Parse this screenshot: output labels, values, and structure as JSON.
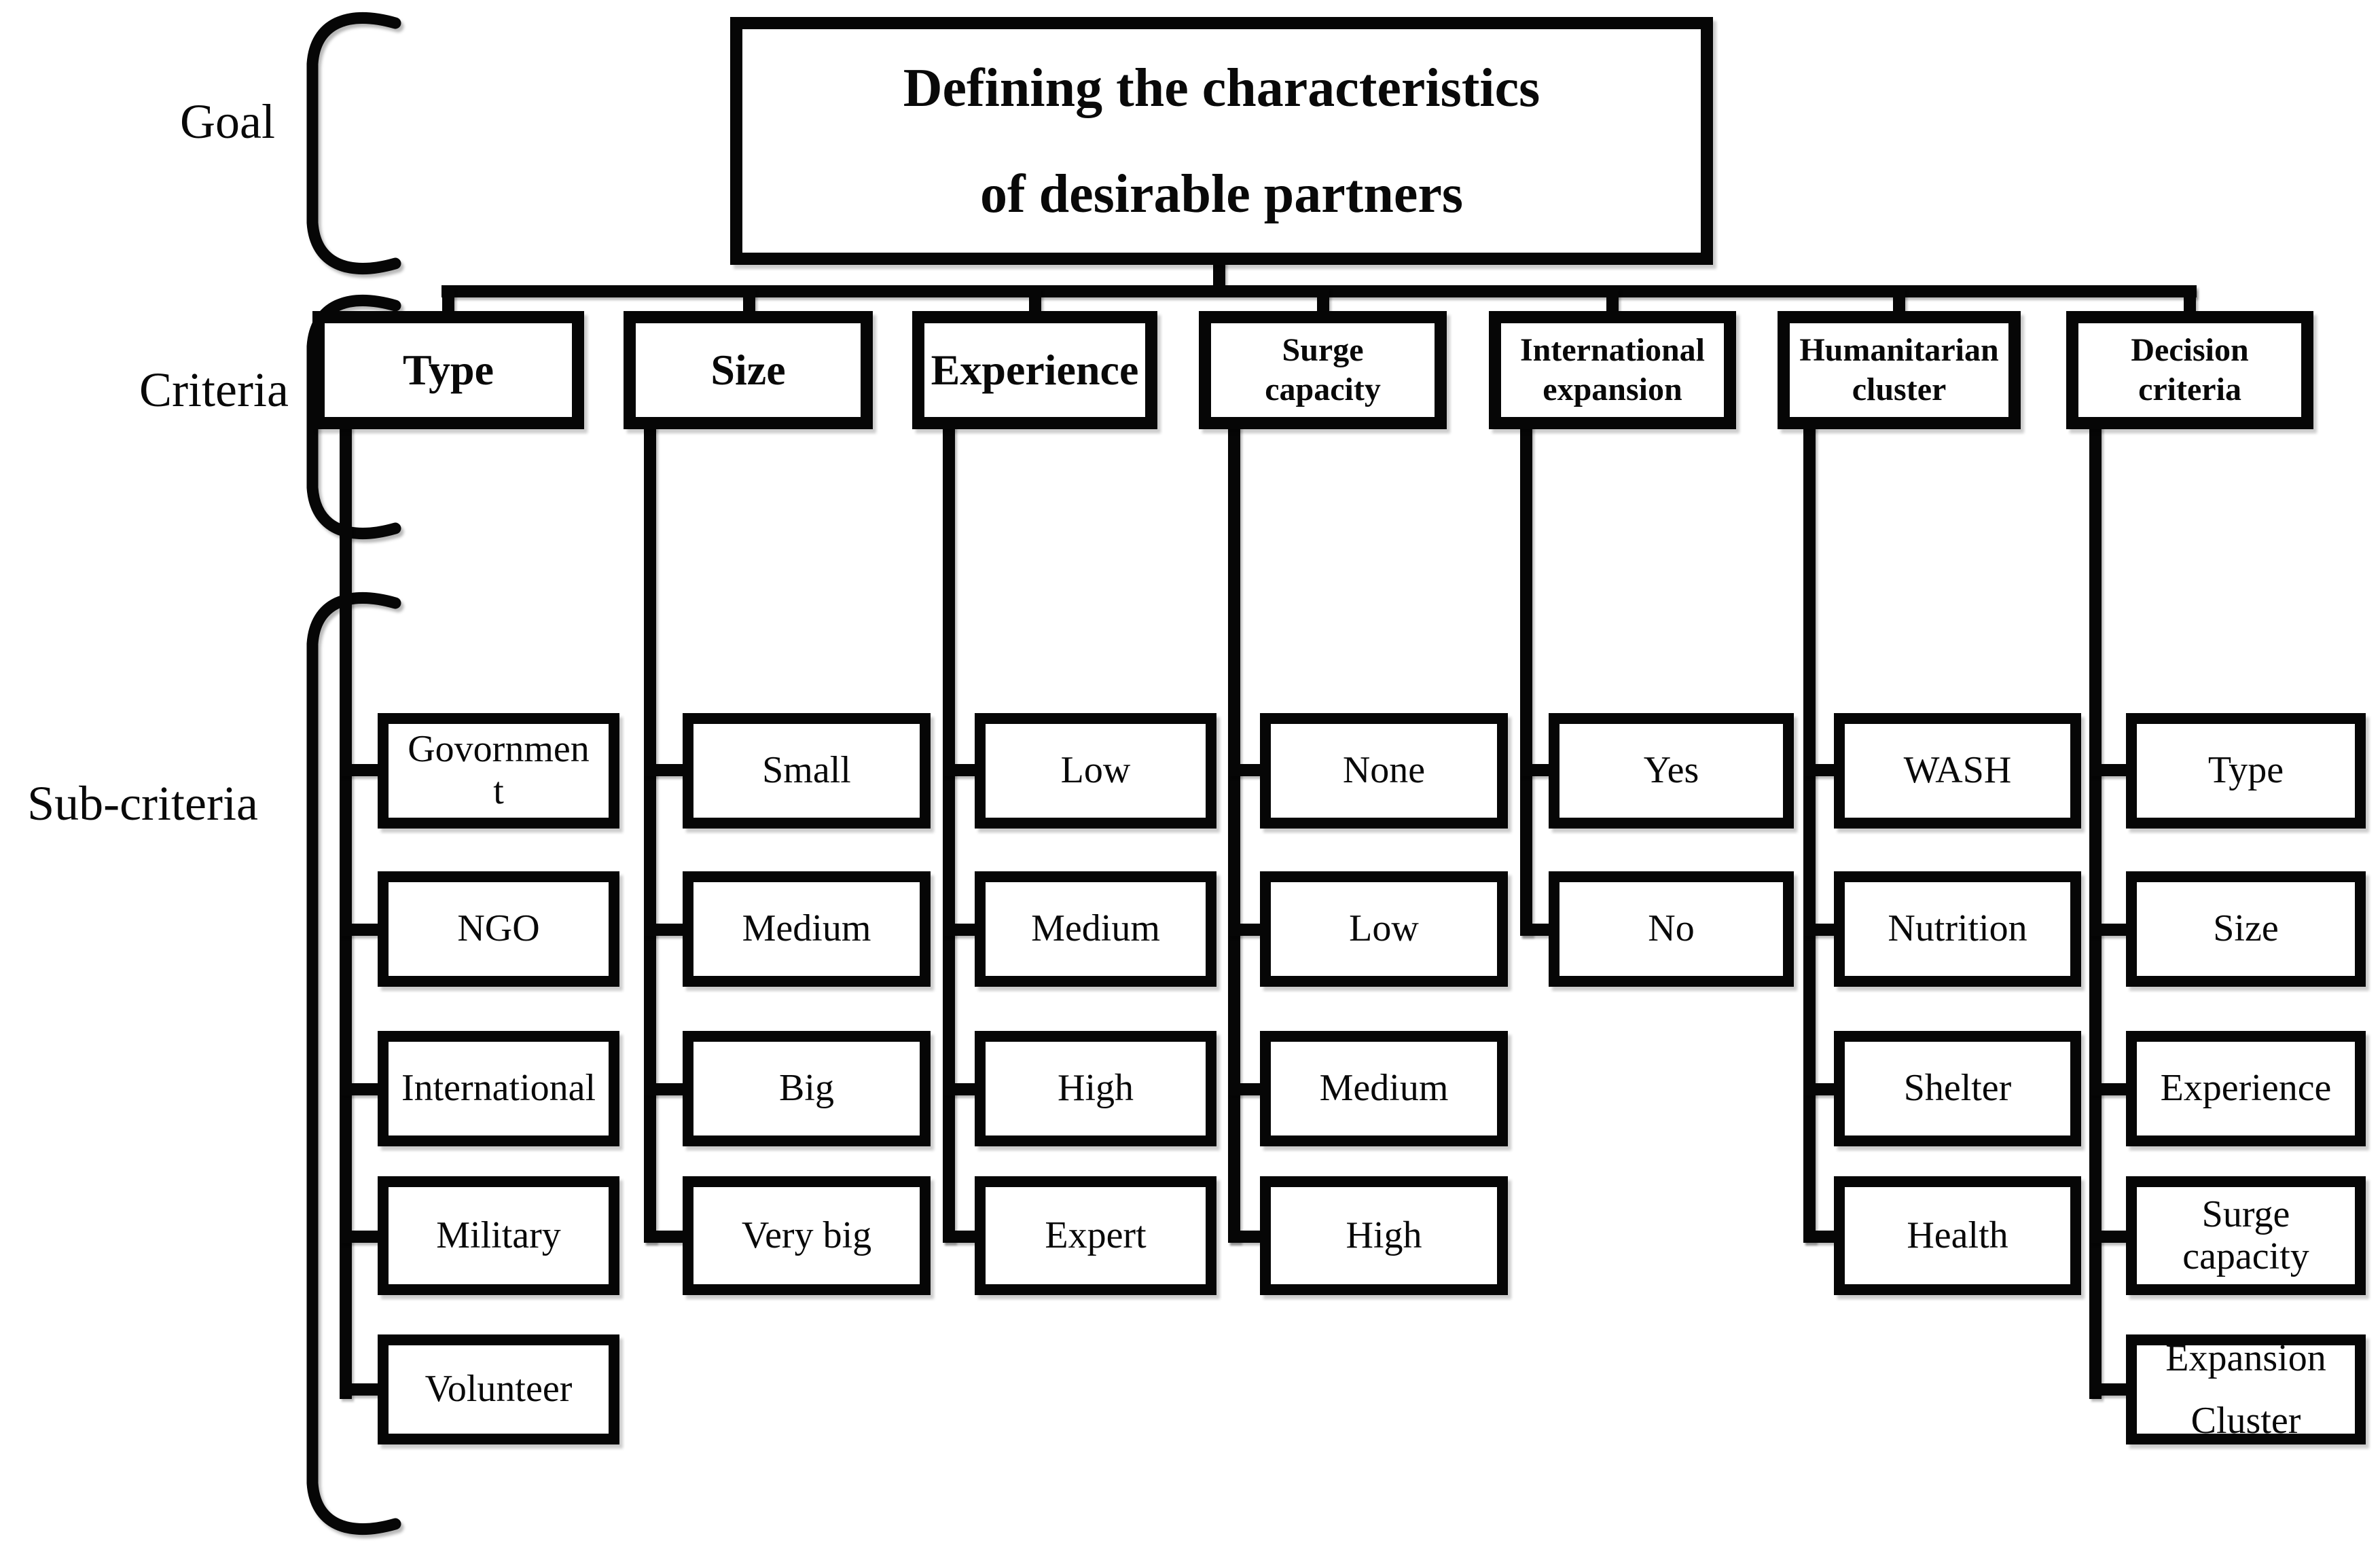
{
  "labels": {
    "goal": "Goal",
    "criteria": "Criteria",
    "sub_criteria": "Sub-criteria"
  },
  "goal": {
    "title": "Defining the characteristics\nof desirable partners"
  },
  "columns": [
    {
      "criterion": "Type",
      "sub": [
        "Govornmen\nt",
        "NGO",
        "International",
        "Military",
        "Volunteer"
      ]
    },
    {
      "criterion": "Size",
      "sub": [
        "Small",
        "Medium",
        "Big",
        "Very big"
      ]
    },
    {
      "criterion": "Experience",
      "sub": [
        "Low",
        "Medium",
        "High",
        "Expert"
      ]
    },
    {
      "criterion": "Surge\ncapacity",
      "sub": [
        "None",
        "Low",
        "Medium",
        "High"
      ]
    },
    {
      "criterion": "International\nexpansion",
      "sub": [
        "Yes",
        "No"
      ]
    },
    {
      "criterion": "Humanitarian\ncluster",
      "sub": [
        "WASH",
        "Nutrition",
        "Shelter",
        "Health"
      ]
    },
    {
      "criterion": "Decision\ncriteria",
      "sub": [
        "Type",
        "Size",
        "Experience",
        "Surge\ncapacity",
        "Expansion\nCluster"
      ]
    }
  ],
  "colors": {
    "ink": "#060606",
    "background": "#ffffff"
  }
}
